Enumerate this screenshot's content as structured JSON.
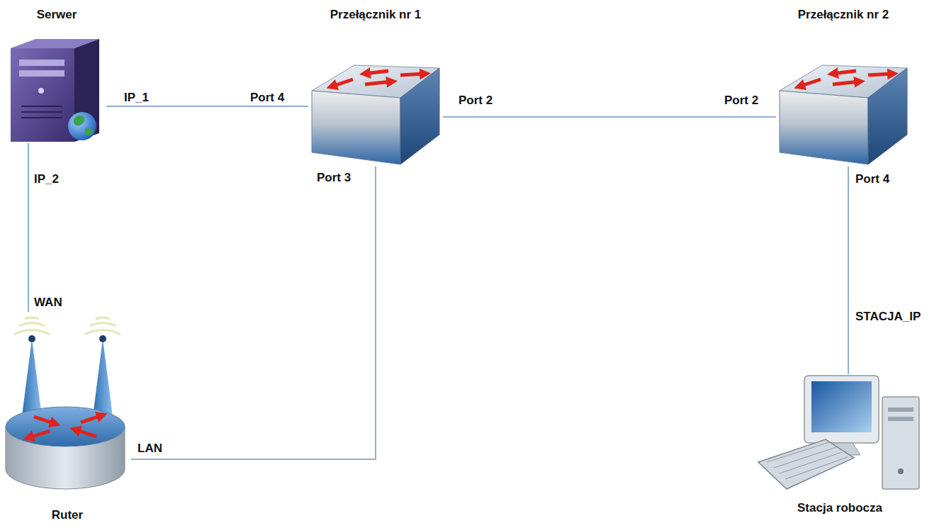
{
  "diagram": {
    "nodes": [
      {
        "text": [
          "Serwer"
        ]
      },
      {
        "text": [
          "Przełącznik nr 1"
        ]
      },
      {
        "text": [
          "Przełącznik nr 2"
        ]
      },
      {
        "text": [
          "Ruter"
        ]
      },
      {
        "text": [
          "Stacja robocza"
        ]
      }
    ],
    "edges": [
      {
        "from": 0,
        "to": 1,
        "arrow": "none"
      },
      {
        "from": 1,
        "to": 2,
        "arrow": "none"
      },
      {
        "from": 2,
        "to": 4,
        "arrow": "none"
      },
      {
        "from": 0,
        "to": 3,
        "arrow": "none"
      },
      {
        "from": 3,
        "to": 1,
        "arrow": "none"
      }
    ],
    "labels": [
      "IP_1",
      "Port 4",
      "Port 2",
      "Port 2",
      "Port 4",
      "Port 3",
      "IP_2",
      "WAN",
      "LAN",
      "STACJA_IP"
    ]
  }
}
